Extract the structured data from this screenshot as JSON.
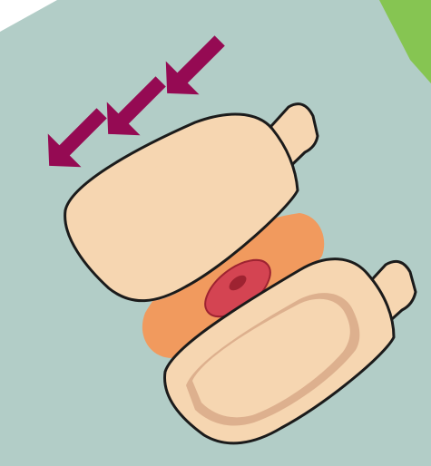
{
  "illustration": {
    "subject": "spine-vertebrae-herniated-disc",
    "colors": {
      "background": "#ffffff",
      "panel": "#b2cdc7",
      "panel_shadow": "#8fb0aa",
      "corner_accent": "#86c552",
      "bone_fill": "#f6d6b1",
      "bone_shade": "#ddb08e",
      "outline": "#1b1b1b",
      "disc_outer": "#f19a5e",
      "disc_core": "#d44452",
      "disc_core_dark": "#9e2331",
      "arrow": "#950a53"
    },
    "arrow_count": 3,
    "vertebra_count": 2
  }
}
